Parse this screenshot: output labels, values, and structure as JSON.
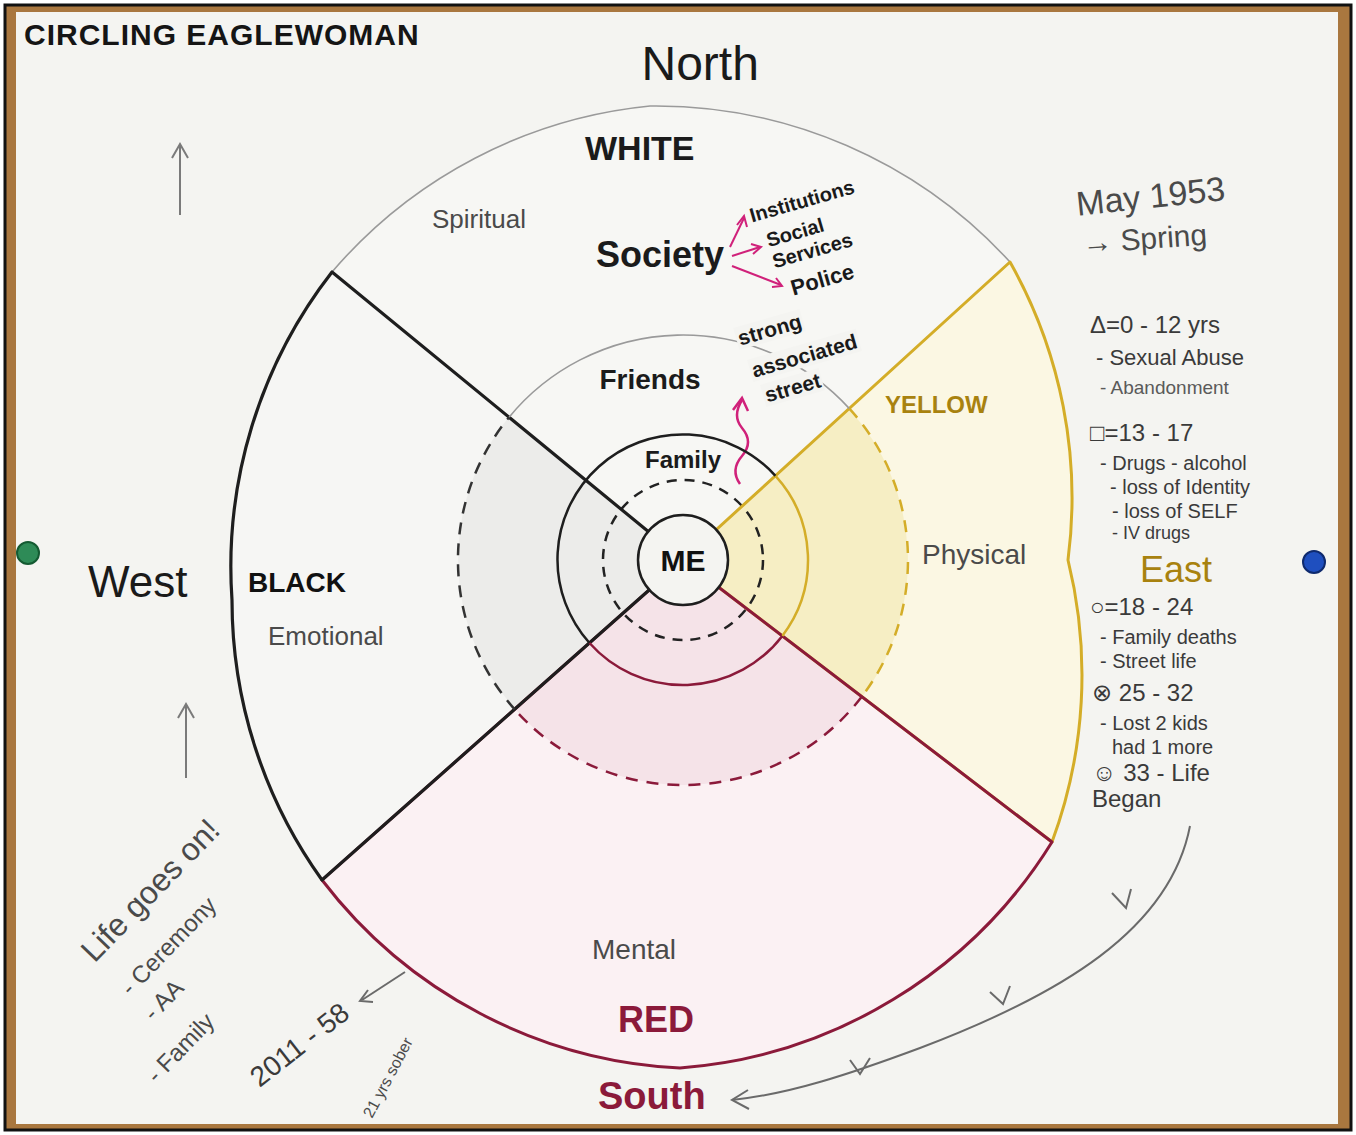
{
  "diagram": {
    "title": "CIRCLING EAGLEWOMAN",
    "nodes": [
      {
        "text": [
          "WHITE",
          "Spiritual",
          "Society"
        ]
      },
      {
        "text": [
          "YELLOW",
          "Physical"
        ]
      },
      {
        "text": [
          "Mental",
          "RED"
        ]
      },
      {
        "text": [
          "BLACK",
          "Emotional"
        ]
      },
      {
        "text": [
          "Friends"
        ]
      },
      {
        "text": [
          "Family"
        ],
        "in": 4
      },
      {
        "text": [
          "ME"
        ],
        "in": 5
      }
    ],
    "labels": [
      "North",
      "Institutions",
      "Social Services",
      "Police",
      "strong",
      "associated",
      "street",
      "May 1953",
      "→ Spring",
      "Δ=0 - 12 yrs",
      "- Sexual Abuse",
      "- Abandonment",
      "□=13 - 17",
      "- Drugs - alcohol",
      "- loss of Identity",
      "- loss of SELF",
      "- IV drugs",
      "West",
      "East",
      "○=18 - 24",
      "- Family deaths",
      "- Street life",
      "⊗ 25 - 32",
      "- Lost 2 kids",
      "had 1 more",
      "☺ 33 - Life Began",
      "Life goes on!",
      "- Ceremony",
      "- AA",
      "- Family",
      "2011 - 58",
      "21 yrs sober",
      "South"
    ]
  }
}
